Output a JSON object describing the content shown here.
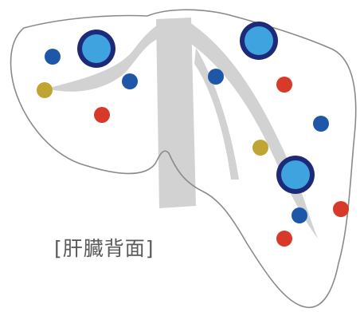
{
  "caption": "[肝臓背面]",
  "colors": {
    "outline": "#8a8a8a",
    "vessels": "#d2d2d2",
    "large_ring": "#1d2a7a",
    "large_fill": "#3ea3df",
    "blue_dot": "#1f57a8",
    "red_dot": "#d83a2a",
    "yellow_dot": "#c0a535"
  },
  "markers": [
    {
      "kind": "large",
      "name": "large-marker-left-top"
    },
    {
      "kind": "large",
      "name": "large-marker-right-top"
    },
    {
      "kind": "large",
      "name": "large-marker-right-lower"
    },
    {
      "kind": "blue",
      "name": "blue-dot-1"
    },
    {
      "kind": "blue",
      "name": "blue-dot-2"
    },
    {
      "kind": "blue",
      "name": "blue-dot-3"
    },
    {
      "kind": "blue",
      "name": "blue-dot-4"
    },
    {
      "kind": "blue",
      "name": "blue-dot-5"
    },
    {
      "kind": "red",
      "name": "red-dot-1"
    },
    {
      "kind": "red",
      "name": "red-dot-2"
    },
    {
      "kind": "red",
      "name": "red-dot-3"
    },
    {
      "kind": "red",
      "name": "red-dot-4"
    },
    {
      "kind": "yellow",
      "name": "yellow-dot-1"
    },
    {
      "kind": "yellow",
      "name": "yellow-dot-2"
    }
  ]
}
